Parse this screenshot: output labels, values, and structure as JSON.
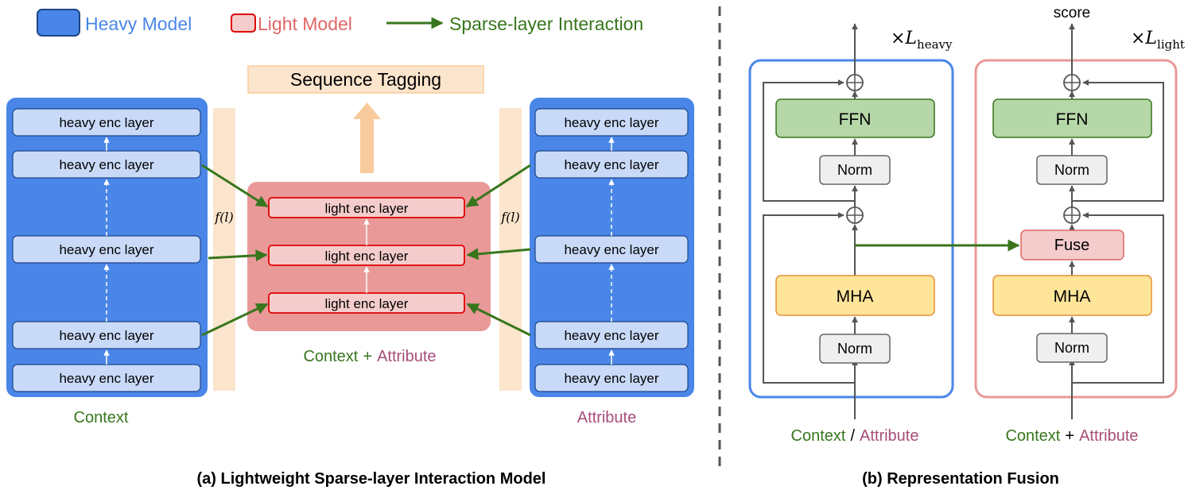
{
  "legend": {
    "heavy": "Heavy Model",
    "light": "Light Model",
    "sparse": "Sparse-layer Interaction"
  },
  "colors": {
    "heavy_blue": "#4a86e8",
    "heavy_layer": "#c9daf8",
    "light_pink": "#ea9999",
    "light_layer": "#f4cccc",
    "light_border": "#e00000",
    "arrow_green": "#38761d",
    "tag_orange": "#fce5cd",
    "attr_purple": "#a64d79",
    "ffn_green": "#b6d7a8",
    "mha_yellow": "#ffe599",
    "norm_gray": "#efefef"
  },
  "left_panel": {
    "tagging": "Sequence Tagging",
    "heavy_layer": "heavy enc layer",
    "light_layer": "light enc layer",
    "fl": "f(l)",
    "context": "Context",
    "attribute": "Attribute",
    "mid_context": "Context",
    "mid_plus": "+",
    "mid_attribute": "Attribute",
    "caption": "(a) Lightweight Sparse-layer Interaction Model"
  },
  "right_panel": {
    "times_heavy": "×L",
    "heavy_sub": "heavy",
    "times_light": "×L",
    "light_sub": "light",
    "score": "score",
    "ffn": "FFN",
    "norm": "Norm",
    "mha": "MHA",
    "fuse": "Fuse",
    "ctx": "Context",
    "slash": "/",
    "attr": "Attribute",
    "plus": "+",
    "caption": "(b) Representation Fusion"
  }
}
